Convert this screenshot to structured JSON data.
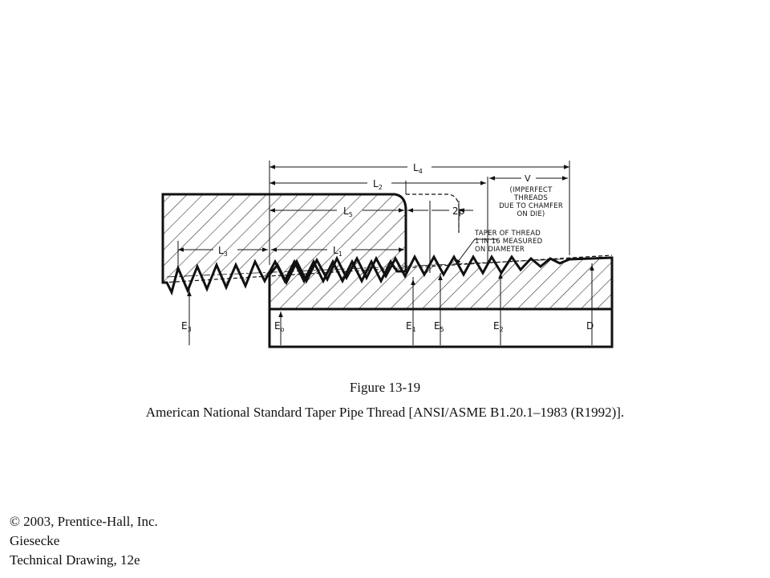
{
  "figure": {
    "number": "Figure 13-19",
    "caption": "American National Standard Taper Pipe Thread [ANSI/ASME B1.20.1–1983 (R1992)]."
  },
  "diagram": {
    "dimension_labels": {
      "L4": {
        "main": "L",
        "sub": "4"
      },
      "L2": {
        "main": "L",
        "sub": "2"
      },
      "L5": {
        "main": "L",
        "sub": "5"
      },
      "L3": {
        "main": "L",
        "sub": "3"
      },
      "L1": {
        "main": "L",
        "sub": "1"
      },
      "V": {
        "main": "V",
        "sub": ""
      },
      "2p": {
        "main": "2p",
        "sub": ""
      }
    },
    "imperfect_note": [
      "(IMPERFECT",
      "THREADS",
      "DUE TO CHAMFER",
      "ON DIE)"
    ],
    "taper_note": [
      "TAPER OF THREAD",
      "1 IN 16 MEASURED",
      "ON DIAMETER"
    ],
    "reference_labels": {
      "E3": {
        "main": "E",
        "sub": "3"
      },
      "E0": {
        "main": "E",
        "sub": "o"
      },
      "E1": {
        "main": "E",
        "sub": "1"
      },
      "E5": {
        "main": "E",
        "sub": "5"
      },
      "E2": {
        "main": "E",
        "sub": "2"
      },
      "D": {
        "main": "D",
        "sub": ""
      }
    }
  },
  "credits": {
    "copyright": "© 2003, Prentice-Hall, Inc.",
    "author": "Giesecke",
    "book": "Technical Drawing, 12e"
  }
}
